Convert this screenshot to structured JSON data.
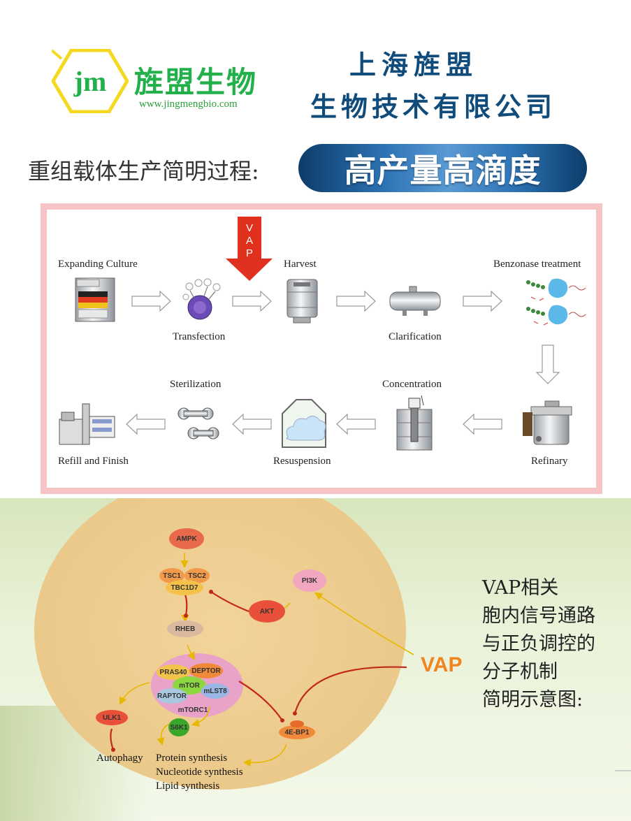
{
  "header": {
    "logo_mark": "jm",
    "brand_cn": "旌盟生物",
    "brand_url": "www.jingmengbio.com",
    "company_line1": "上海旌盟",
    "company_line2": "生物技术有限公司"
  },
  "title_row": {
    "subtitle": "重组载体生产简明过程:",
    "banner": "高产量高滴度"
  },
  "process": {
    "vap_arrow_label": "VAP",
    "steps": [
      "Expanding Culture",
      "Transfection",
      "Harvest",
      "Clarification",
      "Benzonase treatment",
      "Refinary",
      "Concentration",
      "Resuspension",
      "Sterilization",
      "Refill and Finish"
    ]
  },
  "pathway": {
    "nodes": {
      "ampk": "AMPK",
      "tsc1": "TSC1",
      "tsc2": "TSC2",
      "tbc1d7": "TBC1D7",
      "pi3k": "PI3K",
      "akt": "AKT",
      "rheb": "RHEB",
      "pras40": "PRAS40",
      "deptor": "DEPTOR",
      "mtor": "mTOR",
      "raptor": "RAPTOR",
      "mlst8": "mLST8",
      "mtorc1": "mTORC1",
      "ulk1": "ULK1",
      "s6k1": "S6K1",
      "e4bp1": "4E-BP1"
    },
    "outputs": {
      "autophagy": "Autophagy",
      "protein": "Protein synthesis",
      "nucleotide": "Nucleotide synthesis",
      "lipid": "Lipid synthesis"
    },
    "vap_label": "VAP",
    "caption": [
      "VAP相关",
      "胞内信号通路",
      "与正负调控的",
      "分子机制",
      "简明示意图:"
    ]
  },
  "colors": {
    "brand_green": "#22b04a",
    "company_blue": "#0f4c7c",
    "vap_orange": "#f0841e",
    "box_border_pink": "#f6c4c4",
    "arrow_red": "#e0301e"
  }
}
